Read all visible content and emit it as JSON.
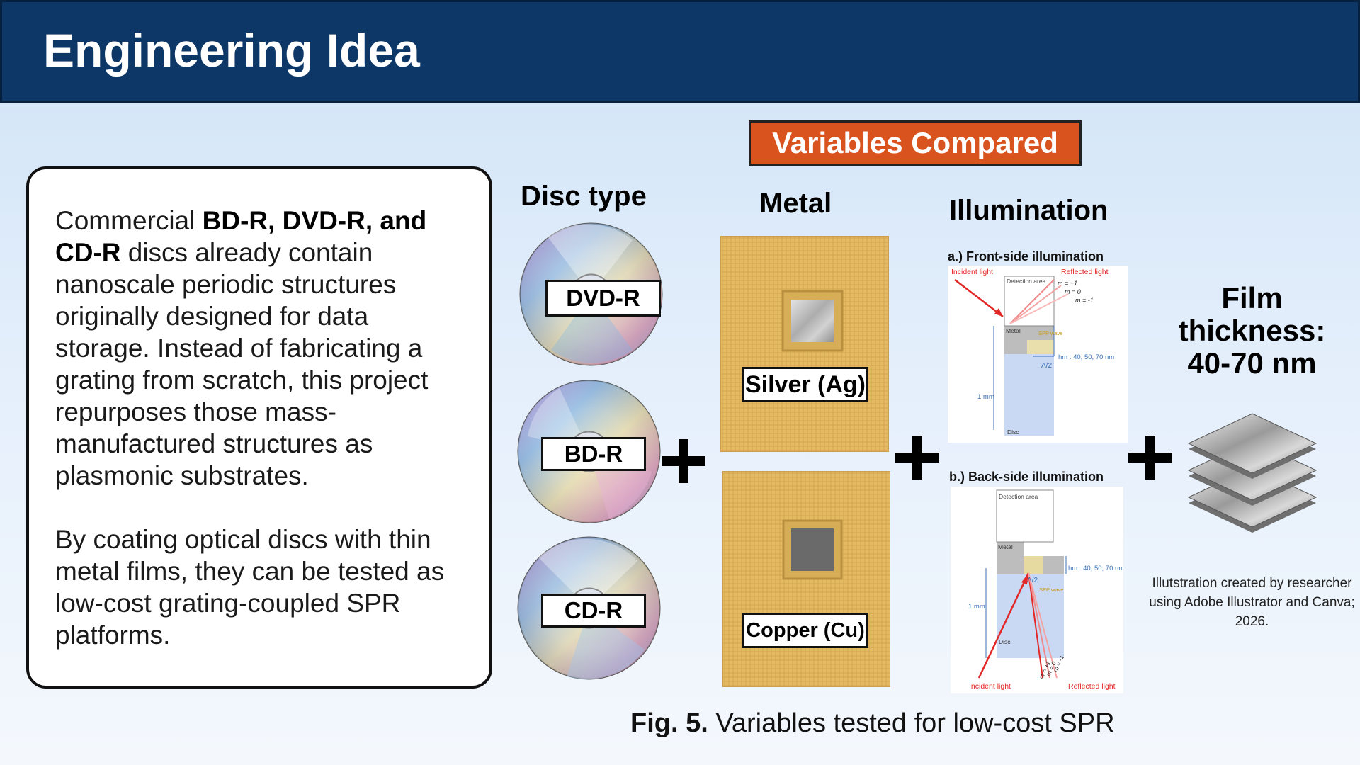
{
  "header": {
    "title": "Engineering Idea"
  },
  "intro": {
    "para1_prefix": "Commercial ",
    "para1_bold": "BD-R, DVD-R, and CD-R",
    "para1_rest": " discs already contain nanoscale periodic structures originally designed for data storage. Instead of fabricating a grating from scratch, this project repurposes those mass-manufactured structures as plasmonic substrates.",
    "para2": "By coating optical discs with thin metal films, they can be tested as low-cost grating-coupled SPR platforms."
  },
  "variables_title": "Variables Compared",
  "disc_type": {
    "heading": "Disc type",
    "items": [
      "DVD-R",
      "BD-R",
      "CD-R"
    ]
  },
  "metal": {
    "heading": "Metal",
    "items": [
      "Silver (Ag)",
      "Copper (Cu)"
    ],
    "colors": {
      "silver_window": "#c9c9c9",
      "copper_window": "#6a6a6a",
      "substrate": "#e6bd63"
    }
  },
  "illumination": {
    "heading": "Illumination",
    "front": {
      "title": "a.) Front-side illumination",
      "incident": "Incident light",
      "reflected": "Reflected light",
      "detection": "Detection area",
      "m_plus": "m = +1",
      "m_zero": "m = 0",
      "m_minus": "m = -1",
      "metal": "Metal",
      "spp": "SPP wave",
      "thickness": "hm : 40, 50, 70 nm",
      "half_lambda": "Λ/2",
      "depth": "1 mm",
      "disc": "Disc"
    },
    "back": {
      "title": "b.) Back-side illumination",
      "detection": "Detection area",
      "metal": "Metal",
      "thickness": "hm : 40, 50, 70 nm",
      "half_lambda": "Λ/2",
      "spp": "SPP wave",
      "depth": "1 mm",
      "disc": "Disc",
      "m_minus": "m = -1",
      "m_zero": "m = 0",
      "m_plus": "m = +1",
      "incident": "Incident light",
      "reflected": "Reflected light"
    }
  },
  "film": {
    "line1": "Film",
    "line2": "thickness:",
    "line3": "40-70 nm"
  },
  "credit": "Illutstration created by researcher using Adobe Illustrator and Canva; 2026.",
  "caption": {
    "bold": "Fig. 5.",
    "text": " Variables tested for low-cost SPR"
  },
  "plus_symbol": "+"
}
